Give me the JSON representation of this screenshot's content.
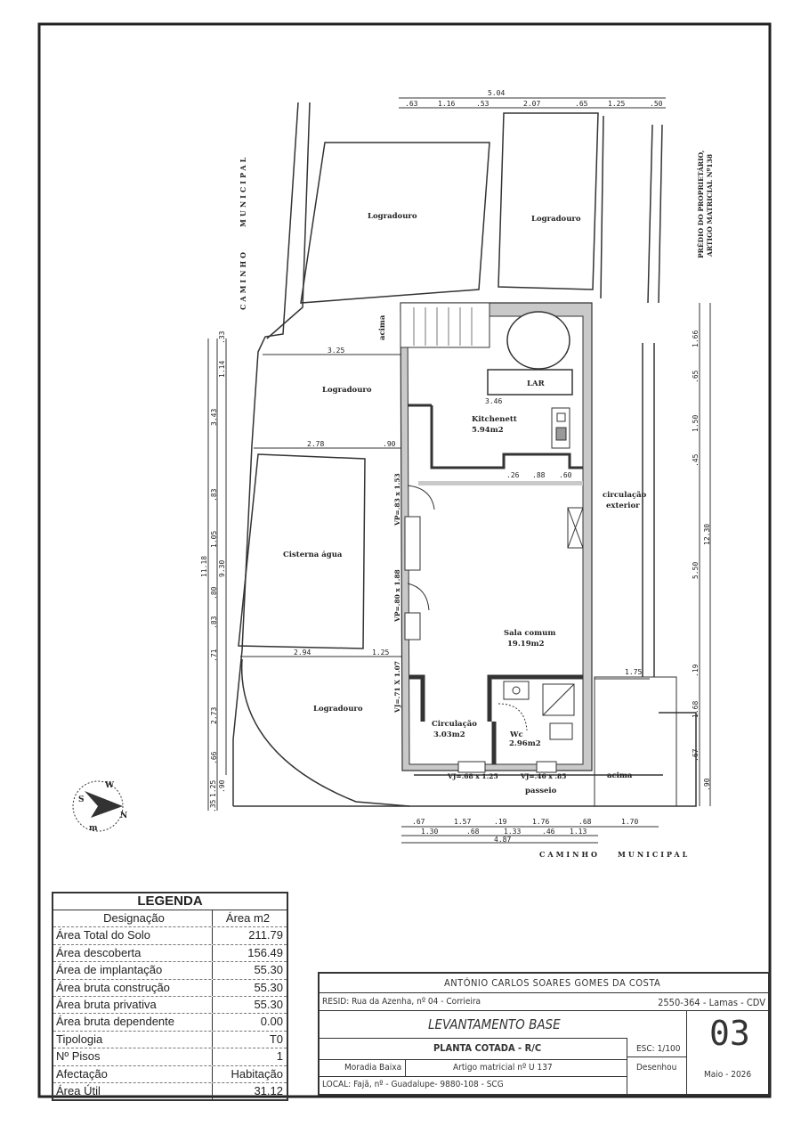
{
  "plan": {
    "rooms": {
      "logradouro_top_left": "Logradouro",
      "logradouro_top_right": "Logradouro",
      "logradouro_mid": "Logradouro",
      "logradouro_bottom": "Logradouro",
      "cisterna": "Cisterna água",
      "lar": "LAR",
      "kitchenett_name": "Kitchenett",
      "kitchenett_area": "5.94m2",
      "sala_name": "Sala comum",
      "sala_area": "19.19m2",
      "circulacao_name": "Circulação",
      "circulacao_area": "3.03m2",
      "wc_name": "Wc",
      "wc_area": "2.96m2",
      "circ_ext_1": "circulação",
      "circ_ext_2": "exterior",
      "passeio": "passeio",
      "acima_top": "acima",
      "acima_bottom": "acima"
    },
    "street_left": [
      "CAMINHO",
      "MUNICIPAL"
    ],
    "street_bottom": [
      "CAMINHO",
      "MUNICIPAL"
    ],
    "neighbour": [
      "PRÉDIO DO PROPRIETÁRIO,",
      "ARTIGO MATRICIAL Nº138"
    ],
    "openings": {
      "vp1": "VP=.83 x 1.53",
      "vp2": "VP=.80 x 1.88",
      "vj_left": "VJ=.71 X 1.07",
      "vj_bottom1": "VJ=.68 x 1.25",
      "vj_bottom2": "VJ=.46 x .85"
    },
    "dims_top": {
      "total": "5.04",
      "parts": [
        ".63",
        "1.16",
        ".53",
        "2.07",
        ".65",
        "1.25",
        ".50"
      ]
    },
    "dims_inner": {
      "d325": "3.25",
      "d346": "3.46",
      "d278": "2.78",
      "d090": ".90",
      "d026": ".26",
      "d088": ".88",
      "d060": ".60",
      "d294": "2.94",
      "d125": "1.25",
      "d175": "1.75"
    },
    "dims_left_outer": [
      "1.25",
      "11.18",
      ".35",
      ".33"
    ],
    "dims_left_mid": [
      "1.14",
      "3.43",
      ".83",
      "1.05",
      ".80",
      ".83",
      ".71",
      "2.73",
      ".66",
      ".90",
      "9.30"
    ],
    "dims_right": [
      "1.66",
      ".65",
      "1.50",
      ".45",
      "5.50",
      "12.30",
      ".19",
      "1.68",
      ".67",
      ".90"
    ],
    "dims_bottom_row1": [
      ".67",
      "1.57",
      ".19",
      "1.76",
      ".68",
      "1.70"
    ],
    "dims_bottom_row2": [
      "1.30",
      ".68",
      "1.33",
      ".46",
      "1.13"
    ],
    "dims_bottom_total": "4.87",
    "compass": [
      "S",
      "N",
      "W",
      "m"
    ]
  },
  "legend": {
    "title": "LEGENDA",
    "header": [
      "Designação",
      "Área m2"
    ],
    "rows": [
      [
        "Área Total do Solo",
        "211.79"
      ],
      [
        "Área descoberta",
        "156.49"
      ],
      [
        "Área de implantação",
        "55.30"
      ],
      [
        "Área bruta construção",
        "55.30"
      ],
      [
        "Área bruta  privativa",
        "55.30"
      ],
      [
        "Área bruta dependente",
        "0.00"
      ],
      [
        "Tipologia",
        "T0"
      ],
      [
        "Nº Pisos",
        "1"
      ],
      [
        "Afectação",
        "Habitação"
      ],
      [
        "Área Útil",
        "31.12"
      ]
    ]
  },
  "title_block": {
    "owner": "ANTÓNIO CARLOS SOARES GOMES DA COSTA",
    "residence": "RESID: Rua da Azenha, nº 04 - Corrieira",
    "postal": "2550-364 - Lamas - CDV",
    "project": "LEVANTAMENTO BASE",
    "drawing": "PLANTA COTADA - R/C",
    "scale": "ESC: 1/100",
    "sheet_number": "03",
    "building_type": "Moradia Baixa",
    "article": "Artigo matricial nº U 137",
    "drawn": "Desenhou",
    "date": "Maio - 2026",
    "location": "LOCAL: Fajã, nº      - Guadalupe- 9880-108 - SCG"
  }
}
